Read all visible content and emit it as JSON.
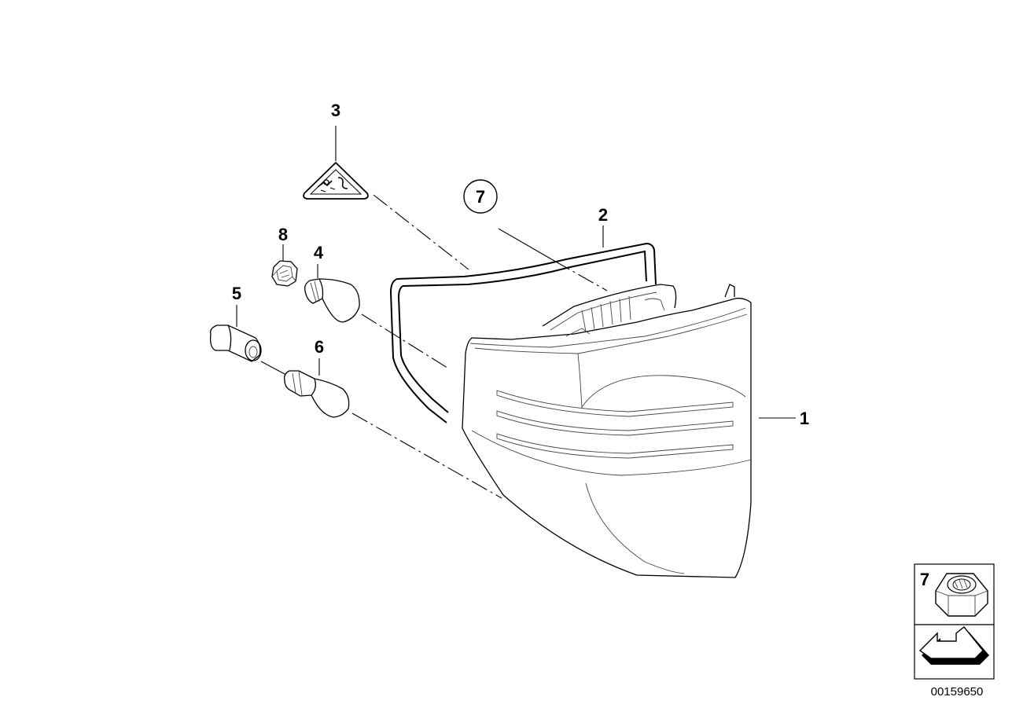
{
  "callouts": {
    "c1": "1",
    "c2": "2",
    "c3": "3",
    "c4": "4",
    "c5": "5",
    "c6": "6",
    "c7": "7",
    "c8": "8"
  },
  "legend": {
    "item_number": "7",
    "item_icon": "hex-nut-icon",
    "arrow_icon": "direction-arrow-icon"
  },
  "document_number": "00159650"
}
